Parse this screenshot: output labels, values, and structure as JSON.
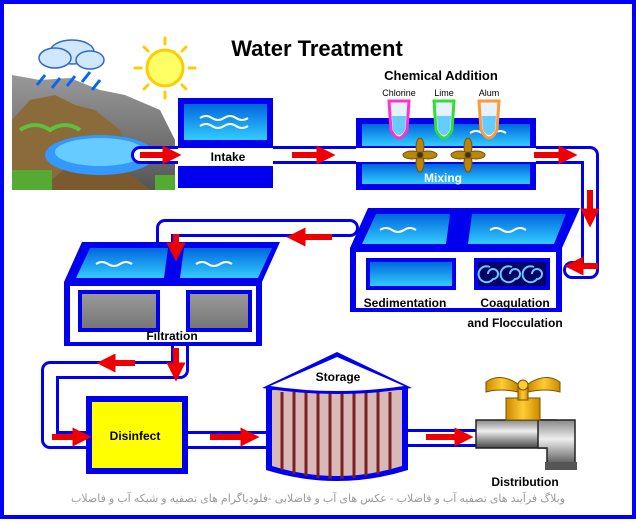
{
  "title": "Water Treatment",
  "chemical": {
    "heading": "Chemical Addition",
    "items": [
      {
        "label": "Chlorine",
        "color": "#ff33cc"
      },
      {
        "label": "Lime",
        "color": "#33dd33"
      },
      {
        "label": "Alum",
        "color": "#ff9933"
      }
    ]
  },
  "stages": {
    "intake": "Intake",
    "mixing": "Mixing",
    "sedimentation": "Sedimentation",
    "coagulation_line1": "Coagulation",
    "coagulation_line2": "and Flocculation",
    "filtration": "Filtration",
    "storage": "Storage",
    "disinfect": "Disinfect",
    "distribution": "Distribution"
  },
  "footer": "وبلاگ فرآیند های تصفیه آب و فاضلاب - عکس های آب و فاضلابی -فلودیاگرام های تصفیه و شبکه آب و فاضلاب",
  "colors": {
    "pipe": "#0000ee",
    "arrow": "#ee0000",
    "disinfect": "#ffff00",
    "frame": "#0000ff"
  }
}
